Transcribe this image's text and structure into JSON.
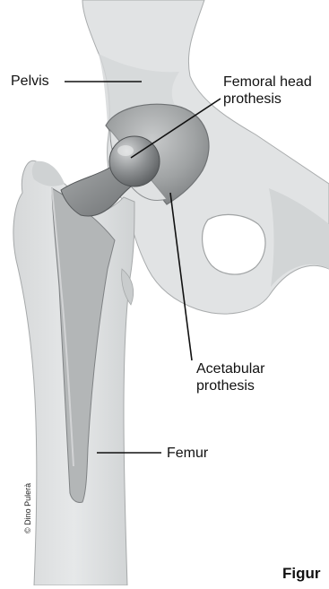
{
  "labels": {
    "pelvis": "Pelvis",
    "femoral_head_line1": "Femoral head",
    "femoral_head_line2": "prothesis",
    "acetabular_line1": "Acetabular",
    "acetabular_line2": "prothesis",
    "femur": "Femur",
    "figure_caption": "Figur"
  },
  "credit": "© Dino Pulerà",
  "colors": {
    "bone": "#e1e3e4",
    "bone_shade": "#c9cccd",
    "bone_outline": "#9a9d9f",
    "implant_metal": "#8f9294",
    "implant_light": "#c2c4c5",
    "implant_dark": "#5f6264",
    "stem_insert": "#b3b6b7",
    "leader_line": "#111111"
  }
}
